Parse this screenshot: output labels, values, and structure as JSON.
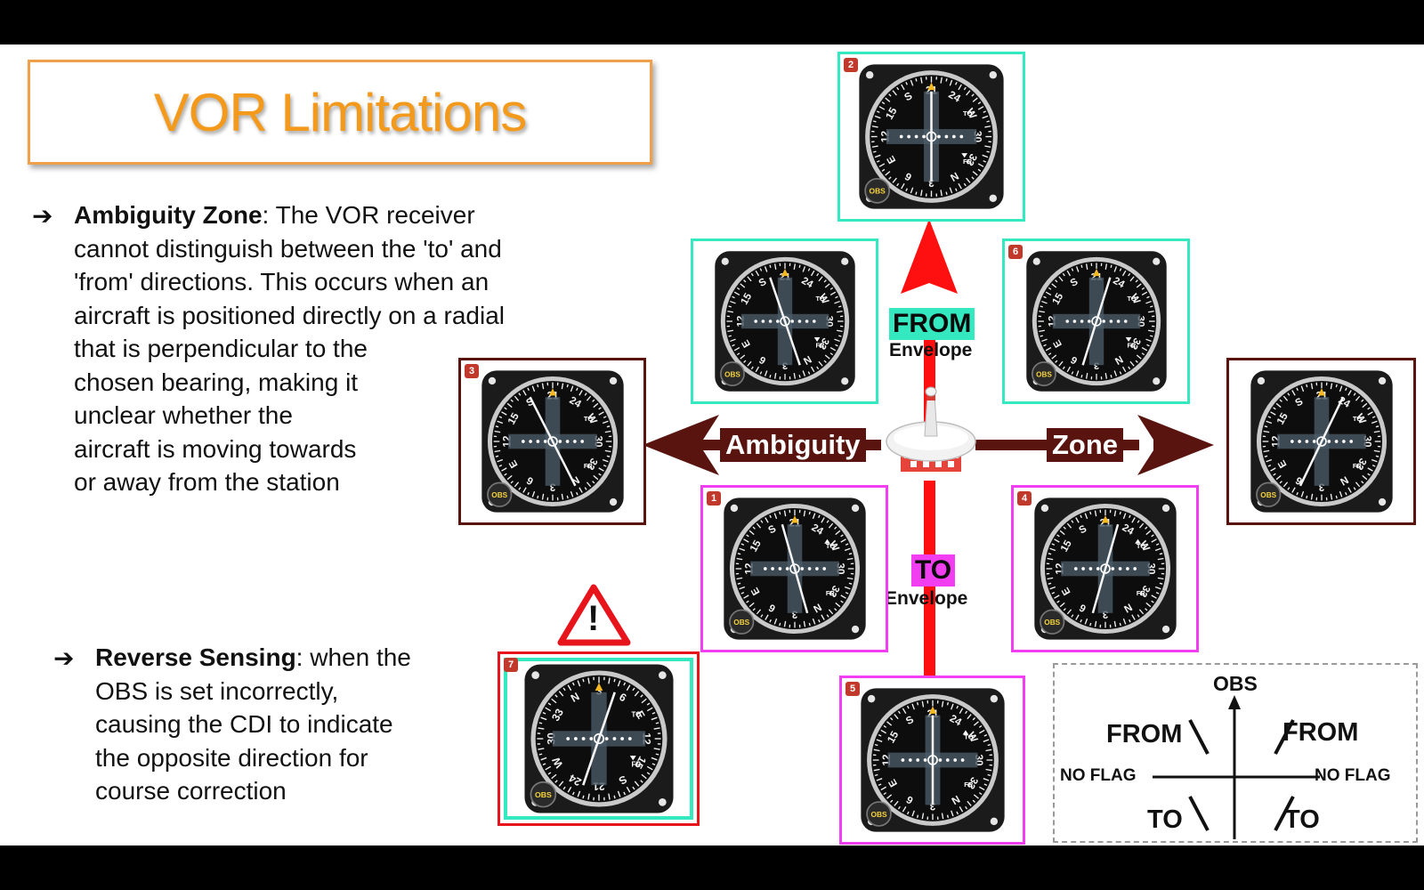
{
  "title": "VOR Limitations",
  "bullets": {
    "arrow_glyph": "➔",
    "ambiguity": {
      "term": "Ambiguity Zone",
      "lines": [
        ": The VOR receiver",
        "cannot distinguish between the 'to' and",
        "'from' directions. This occurs when an",
        "aircraft is positioned directly on a radial",
        "that is perpendicular to the",
        "chosen bearing, making it",
        "unclear whether the",
        "aircraft is moving towards",
        "or away from the station"
      ]
    },
    "reverse": {
      "term": "Reverse Sensing",
      "lines": [
        ": when the",
        "OBS is set incorrectly,",
        "causing the CDI to indicate",
        "the opposite direction for",
        "course correction"
      ]
    }
  },
  "diagram": {
    "from_word": "FROM",
    "to_word": "TO",
    "envelope_word": "Envelope",
    "ambiguity_word": "Ambiguity",
    "zone_word": "Zone",
    "warning_glyph": "!",
    "colors": {
      "from_envelope": "#34e8c0",
      "to_envelope": "#f03ef0",
      "ambiguity": "#5a1410",
      "warning": "#e8141c",
      "title": "#f39a1c",
      "radial": "#ff1010"
    }
  },
  "instrument_dial": {
    "numbers": [
      "3",
      "6",
      "12",
      "15",
      "21",
      "24",
      "30",
      "33"
    ],
    "letters": [
      "N",
      "E",
      "S",
      "W"
    ],
    "obs_label": "OBS",
    "to_label": "TO",
    "fr_label": "FR"
  },
  "instruments": [
    {
      "id": "2",
      "frame": "from",
      "rotation": 0,
      "needle": 0,
      "flag": "FR"
    },
    {
      "id": "6",
      "frame": "from",
      "rotation": 0,
      "needle": 0.55,
      "flag": "FR"
    },
    {
      "id": "",
      "frame": "from",
      "rotation": 0,
      "needle": -0.6,
      "flag": "FR"
    },
    {
      "id": "3",
      "frame": "ambiguity",
      "rotation": 0,
      "needle": -0.9,
      "flag": "OFF"
    },
    {
      "id": "",
      "frame": "ambiguity",
      "rotation": 0,
      "needle": 0.85,
      "flag": "OFF"
    },
    {
      "id": "1",
      "frame": "to",
      "rotation": 0,
      "needle": -0.5,
      "flag": "TO"
    },
    {
      "id": "4",
      "frame": "to",
      "rotation": 0,
      "needle": 0.5,
      "flag": "TO"
    },
    {
      "id": "5",
      "frame": "to",
      "rotation": 0,
      "needle": 0,
      "flag": "TO"
    },
    {
      "id": "7",
      "frame": "warning",
      "rotation": 180,
      "needle": 0.6,
      "flag": "FR"
    }
  ],
  "legend": {
    "obs": "OBS",
    "from_left": "FROM",
    "from_right": "FROM",
    "noflag_left": "NO FLAG",
    "noflag_right": "NO FLAG",
    "to_left": "TO",
    "to_right": "TO"
  }
}
